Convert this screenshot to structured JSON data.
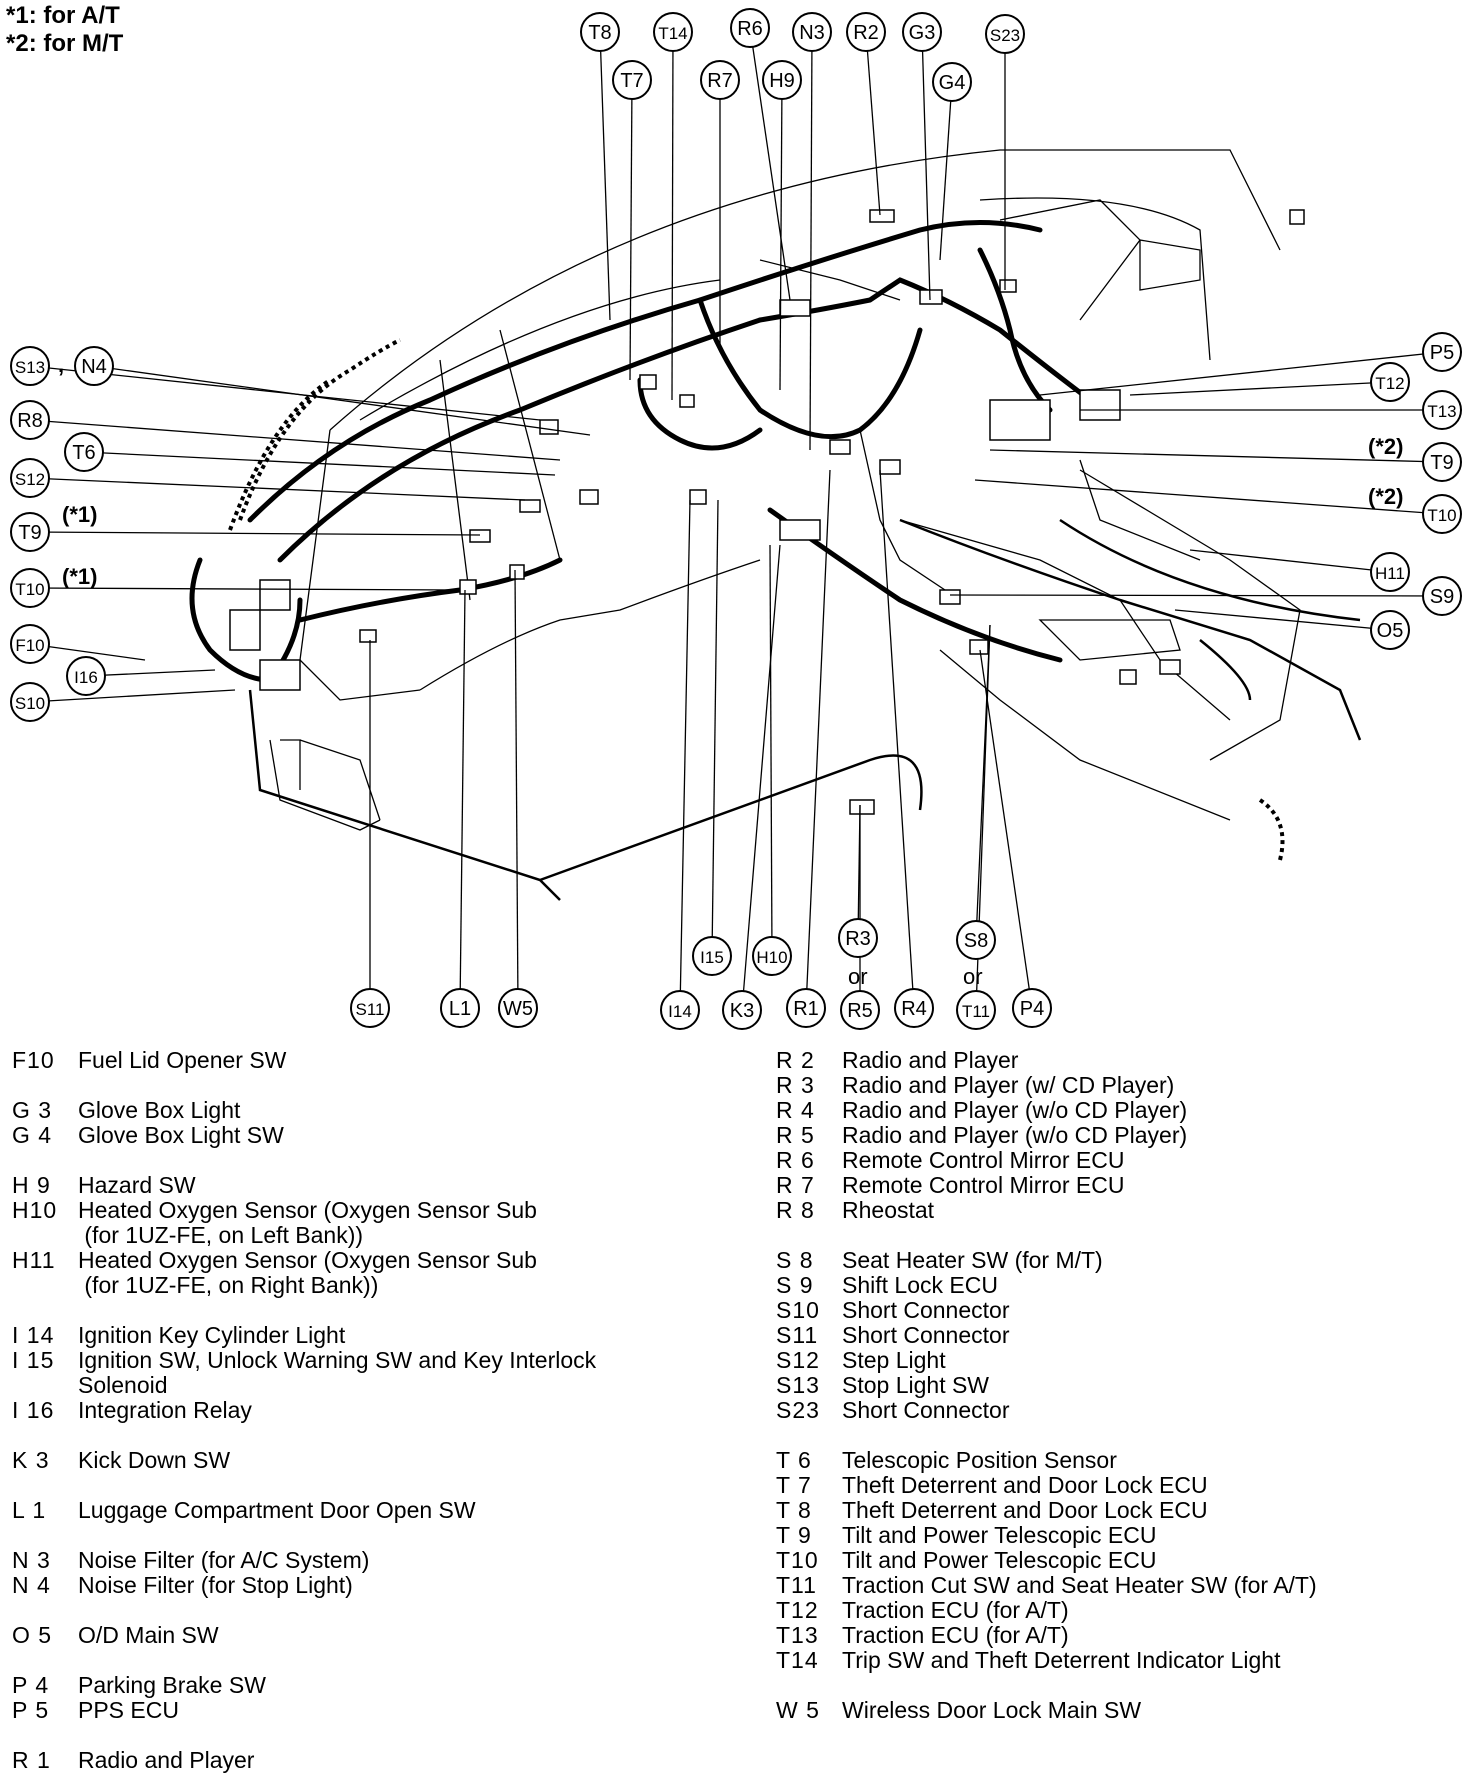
{
  "notes": [
    "*1: for A/T",
    "*2: for M/T"
  ],
  "callouts": [
    {
      "id": "T8",
      "label": "T8",
      "ref": [
        610,
        320
      ]
    },
    {
      "id": "T14",
      "label": "T14",
      "ref": [
        672,
        400
      ]
    },
    {
      "id": "R6",
      "label": "R6",
      "ref": [
        790,
        300
      ]
    },
    {
      "id": "N3",
      "label": "N3",
      "ref": [
        810,
        450
      ]
    },
    {
      "id": "R2",
      "label": "R2",
      "ref": [
        880,
        215
      ]
    },
    {
      "id": "G3",
      "label": "G3",
      "ref": [
        930,
        300
      ]
    },
    {
      "id": "S23",
      "label": "S23",
      "ref": [
        1005,
        290
      ]
    },
    {
      "id": "T7",
      "label": "T7",
      "ref": [
        630,
        380
      ]
    },
    {
      "id": "R7",
      "label": "R7",
      "ref": [
        720,
        350
      ]
    },
    {
      "id": "H9",
      "label": "H9",
      "ref": [
        780,
        390
      ]
    },
    {
      "id": "G4",
      "label": "G4",
      "ref": [
        940,
        260
      ]
    },
    {
      "id": "S13",
      "label": "S13",
      "ref": [
        540,
        420
      ]
    },
    {
      "id": "N4",
      "label": "N4",
      "ref": [
        590,
        435
      ]
    },
    {
      "id": "R8",
      "label": "R8",
      "ref": [
        560,
        460
      ]
    },
    {
      "id": "T6",
      "label": "T6",
      "ref": [
        555,
        475
      ]
    },
    {
      "id": "S12",
      "label": "S12",
      "ref": [
        525,
        500
      ]
    },
    {
      "id": "T9L",
      "label": "T9",
      "ref": [
        480,
        535
      ]
    },
    {
      "id": "T10L",
      "label": "T10",
      "ref": [
        460,
        590
      ]
    },
    {
      "id": "F10",
      "label": "F10",
      "ref": [
        145,
        660
      ]
    },
    {
      "id": "I16",
      "label": "I16",
      "ref": [
        215,
        670
      ]
    },
    {
      "id": "S10",
      "label": "S10",
      "ref": [
        235,
        690
      ]
    },
    {
      "id": "P5",
      "label": "P5",
      "ref": [
        1040,
        395
      ]
    },
    {
      "id": "T12",
      "label": "T12",
      "ref": [
        1130,
        395
      ]
    },
    {
      "id": "T13",
      "label": "T13",
      "ref": [
        1080,
        410
      ]
    },
    {
      "id": "T9R",
      "label": "T9",
      "ref": [
        990,
        450
      ]
    },
    {
      "id": "T10R",
      "label": "T10",
      "ref": [
        975,
        480
      ]
    },
    {
      "id": "H11",
      "label": "H11",
      "ref": [
        1190,
        550
      ]
    },
    {
      "id": "S9",
      "label": "S9",
      "ref": [
        950,
        595
      ]
    },
    {
      "id": "O5",
      "label": "O5",
      "ref": [
        1175,
        610
      ]
    },
    {
      "id": "I15",
      "label": "I15",
      "ref": [
        718,
        500
      ]
    },
    {
      "id": "H10",
      "label": "H10",
      "ref": [
        770,
        545
      ]
    },
    {
      "id": "R3",
      "label": "R3",
      "ref": [
        860,
        805
      ]
    },
    {
      "id": "S8",
      "label": "S8",
      "ref": [
        990,
        625
      ]
    },
    {
      "id": "S11",
      "label": "S11",
      "ref": [
        370,
        640
      ]
    },
    {
      "id": "L1",
      "label": "L1",
      "ref": [
        465,
        590
      ]
    },
    {
      "id": "W5",
      "label": "W5",
      "ref": [
        515,
        570
      ]
    },
    {
      "id": "I14",
      "label": "I14",
      "ref": [
        690,
        500
      ]
    },
    {
      "id": "K3",
      "label": "K3",
      "ref": [
        780,
        545
      ]
    },
    {
      "id": "R1",
      "label": "R1",
      "ref": [
        830,
        470
      ]
    },
    {
      "id": "R5",
      "label": "R5",
      "ref": [
        860,
        805
      ]
    },
    {
      "id": "R4",
      "label": "R4",
      "ref": [
        880,
        470
      ]
    },
    {
      "id": "T11",
      "label": "T11",
      "ref": [
        990,
        625
      ]
    },
    {
      "id": "P4",
      "label": "P4",
      "ref": [
        980,
        650
      ]
    }
  ],
  "labels": {
    "star1_a": "(*1)",
    "star1_b": "(*1)",
    "star2_a": "(*2)",
    "star2_b": "(*2)",
    "or1": "or",
    "or2": "or",
    "comma": ","
  },
  "legend_left": [
    {
      "code": "F10",
      "desc": "Fuel Lid Opener SW"
    },
    {
      "gap": true
    },
    {
      "code": "G 3",
      "desc": "Glove Box Light"
    },
    {
      "code": "G 4",
      "desc": "Glove Box Light SW"
    },
    {
      "gap": true
    },
    {
      "code": "H 9",
      "desc": "Hazard SW"
    },
    {
      "code": "H10",
      "desc": "Heated Oxygen Sensor (Oxygen Sensor Sub"
    },
    {
      "code": "",
      "desc": " (for 1UZ-FE, on Left Bank))"
    },
    {
      "code": "H11",
      "desc": "Heated Oxygen Sensor (Oxygen Sensor Sub"
    },
    {
      "code": "",
      "desc": " (for 1UZ-FE, on Right Bank))"
    },
    {
      "gap": true
    },
    {
      "code": "I 14",
      "desc": "Ignition Key Cylinder Light"
    },
    {
      "code": "I 15",
      "desc": "Ignition SW, Unlock Warning SW and Key Interlock"
    },
    {
      "code": "",
      "desc": "Solenoid"
    },
    {
      "code": "I 16",
      "desc": "Integration Relay"
    },
    {
      "gap": true
    },
    {
      "code": "K 3",
      "desc": "Kick Down SW"
    },
    {
      "gap": true
    },
    {
      "code": "L 1",
      "desc": "Luggage Compartment Door Open SW"
    },
    {
      "gap": true
    },
    {
      "code": "N 3",
      "desc": "Noise Filter (for A/C System)"
    },
    {
      "code": "N 4",
      "desc": "Noise Filter (for Stop Light)"
    },
    {
      "gap": true
    },
    {
      "code": "O 5",
      "desc": "O/D Main SW"
    },
    {
      "gap": true
    },
    {
      "code": "P 4",
      "desc": "Parking Brake SW"
    },
    {
      "code": "P 5",
      "desc": "PPS ECU"
    },
    {
      "gap": true
    },
    {
      "code": "R 1",
      "desc": "Radio and Player"
    }
  ],
  "legend_right": [
    {
      "code": "R 2",
      "desc": "Radio and Player"
    },
    {
      "code": "R 3",
      "desc": "Radio and Player (w/ CD Player)"
    },
    {
      "code": "R 4",
      "desc": "Radio and Player (w/o CD Player)"
    },
    {
      "code": "R 5",
      "desc": "Radio and Player (w/o CD Player)"
    },
    {
      "code": "R 6",
      "desc": "Remote Control Mirror ECU"
    },
    {
      "code": "R 7",
      "desc": "Remote Control Mirror ECU"
    },
    {
      "code": "R 8",
      "desc": "Rheostat"
    },
    {
      "gap": true
    },
    {
      "code": "S 8",
      "desc": "Seat Heater SW (for M/T)"
    },
    {
      "code": "S 9",
      "desc": "Shift Lock ECU"
    },
    {
      "code": "S10",
      "desc": "Short Connector"
    },
    {
      "code": "S11",
      "desc": "Short Connector"
    },
    {
      "code": "S12",
      "desc": "Step Light"
    },
    {
      "code": "S13",
      "desc": "Stop Light SW"
    },
    {
      "code": "S23",
      "desc": "Short Connector"
    },
    {
      "gap": true
    },
    {
      "code": "T 6",
      "desc": "Telescopic Position Sensor"
    },
    {
      "code": "T 7",
      "desc": "Theft Deterrent and Door Lock ECU"
    },
    {
      "code": "T 8",
      "desc": "Theft Deterrent and Door Lock ECU"
    },
    {
      "code": "T 9",
      "desc": "Tilt and Power Telescopic ECU"
    },
    {
      "code": "T10",
      "desc": "Tilt and Power Telescopic ECU"
    },
    {
      "code": "T11",
      "desc": "Traction Cut SW and Seat Heater SW (for A/T)"
    },
    {
      "code": "T12",
      "desc": "Traction ECU (for A/T)"
    },
    {
      "code": "T13",
      "desc": "Traction ECU (for A/T)"
    },
    {
      "code": "T14",
      "desc": "Trip SW and Theft Deterrent Indicator Light"
    },
    {
      "gap": true
    },
    {
      "code": "W 5",
      "desc": "Wireless Door Lock Main SW"
    }
  ]
}
